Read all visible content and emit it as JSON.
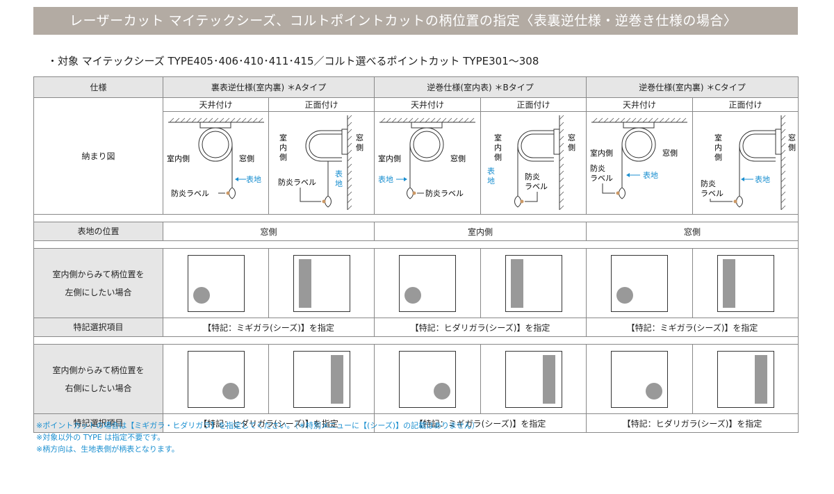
{
  "title": "レーザーカット マイテックシーズ、コルトポイントカットの柄位置の指定〈表裏逆仕様・逆巻き仕様の場合〉",
  "subtitle": "・対象 マイテックシーズ TYPE405･406･410･411･415／コルト選べるポイントカット TYPE301〜308",
  "table": {
    "row_labels": {
      "spec": "仕様",
      "diagram": "納まり図",
      "face_position": "表地の位置",
      "left_case_line1": "室内側からみて柄位置を",
      "left_case_line2": "左側にしたい場合",
      "special_item": "特記選択項目",
      "right_case_line1": "室内側からみて柄位置を",
      "right_case_line2": "右側にしたい場合"
    },
    "mount_labels": {
      "ceiling": "天井付け",
      "front": "正面付け"
    },
    "columns": [
      {
        "header": "裏表逆仕様(室内裏) ＊Aタイプ",
        "face_position": "窓側",
        "left_special": "【特記：ミギガラ(シーズ)】を指定",
        "right_special": "【特記：ヒダリガラ(シーズ)】を指定"
      },
      {
        "header": "逆巻仕様(室内表) ＊Bタイプ",
        "face_position": "室内側",
        "left_special": "【特記：ヒダリガラ(シーズ)】を指定",
        "right_special": "【特記：ミギガラ(シーズ)】を指定"
      },
      {
        "header": "逆巻仕様(室内裏) ＊Cタイプ",
        "face_position": "窓側",
        "left_special": "【特記：ミギガラ(シーズ)】を指定",
        "right_special": "【特記：ヒダリガラ(シーズ)】を指定"
      }
    ],
    "diagram_text": {
      "indoor": "室内側",
      "window": "窓側",
      "indoor_v": "室内側",
      "window_v": "窓側",
      "face": "表地",
      "label": "防炎ラベル",
      "label_2a": "防炎",
      "label_2b": "ラベル"
    }
  },
  "notes": [
    "※ポイントカットの場合は【ミギガラ・ヒダリガラ】を指定してください。（＊特別メニューに【(シーズ)】の記載はありません）",
    "※対象以外の TYPE は指定不要です。",
    "※柄方向は、生地表側が柄表となります。"
  ],
  "colors": {
    "title_bg": "#b3aba3",
    "header_bg": "#e6e6e6",
    "accent_blue": "#1a8fd0",
    "pattern_gray": "#999999"
  }
}
